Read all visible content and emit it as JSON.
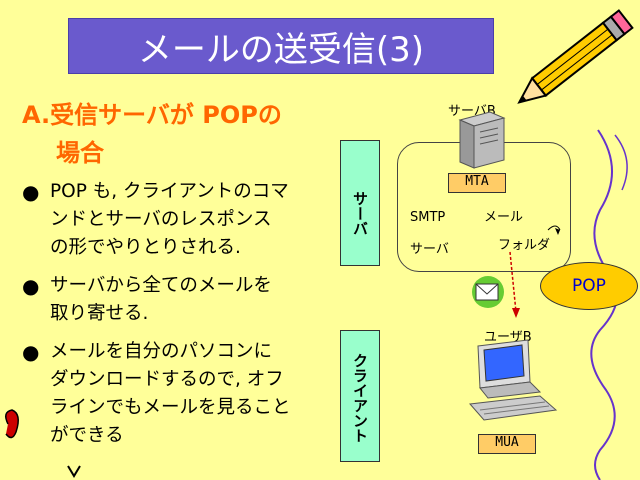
{
  "title": "メールの送受信(3)",
  "heading": {
    "line1": "A.受信サーバが POPの",
    "line2": "場合"
  },
  "bullets": [
    [
      "POP も, クライアントのコマ",
      "ンドとサーバのレスポンス",
      "の形でやりとりされる."
    ],
    [
      "サーバから全てのメールを",
      "取り寄せる."
    ],
    [
      "メールを自分のパソコンに",
      "ダウンロードするので, オフ",
      "ラインでもメールを見ること",
      "ができる"
    ]
  ],
  "bullet_symbol": "●",
  "server_side_label": "サーバ",
  "client_side_label": "クライアント",
  "server_b_label": "サーバB",
  "mta_label": "MTA",
  "smtp_label": "SMTP",
  "server_label": "サーバ",
  "mail_label": "メール",
  "folder_label": "フォルダ",
  "pop_label": "POP",
  "user_b_label": "ユーザB",
  "mua_label": "MUA",
  "colors": {
    "background": "#FFFF99",
    "title_bg": "#6A5ACD",
    "heading": "#FF6600",
    "side_box": "#99FFCC",
    "label_box": "#FFCC66",
    "pop": "#FFCC00",
    "arrow": "#CC0000",
    "squiggle": "#6633CC"
  }
}
